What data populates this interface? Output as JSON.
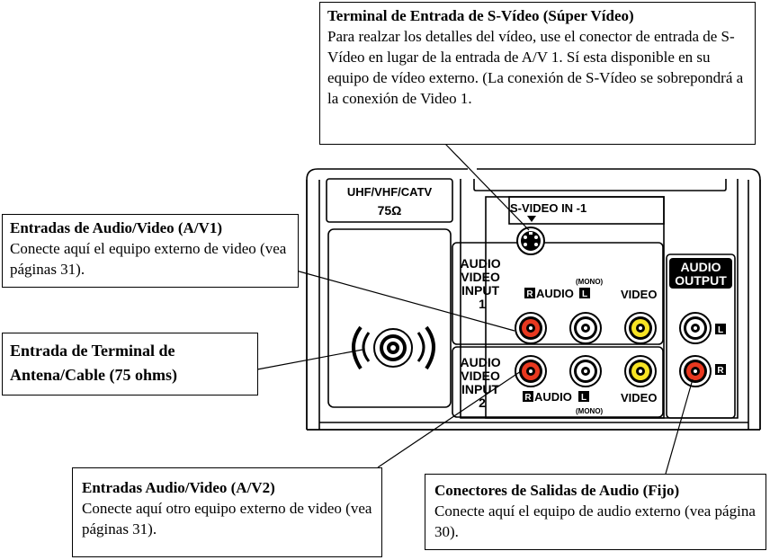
{
  "callouts": {
    "svideo": {
      "title": "Terminal de Entrada de S-Vídeo (Súper Vídeo)",
      "description": "Para realzar los detalles del vídeo, use el conector de entrada de S-Vídeo en lugar de la entrada de A/V 1. Sí esta disponible en su equipo de vídeo externo. (La conexión de S-Vídeo se sobrepondrá a la conexión de Video 1."
    },
    "av1": {
      "title": "Entradas de Audio/Video (A/V1)",
      "description": "Conecte aquí el equipo externo de video (vea páginas 31)."
    },
    "antenna": {
      "title": "Entrada de Terminal de Antena/Cable (75 ohms)"
    },
    "av2": {
      "title": "Entradas Audio/Video (A/V2)",
      "description": "Conecte aquí otro equipo externo de video (vea páginas 31)."
    },
    "audio_out": {
      "title": "Conectores de Salidas de Audio (Fijo)",
      "description": "Conecte aquí el equipo de audio externo (vea página 30)."
    }
  },
  "panel": {
    "antenna_label_1": "UHF/VHF/CATV",
    "antenna_label_2": "75Ω",
    "svideo_label": "S-VIDEO IN -1",
    "input1_label": [
      "AUDIO",
      "VIDEO",
      "INPUT",
      "1"
    ],
    "input2_label": [
      "AUDIO",
      "VIDEO",
      "INPUT",
      "2"
    ],
    "audio_word": "AUDIO",
    "video_word": "VIDEO",
    "mono": "(MONO)",
    "r": "R",
    "l": "L",
    "output_label_1": "AUDIO",
    "output_label_2": "OUTPUT"
  },
  "colors": {
    "red_jack": "#e8381f",
    "white_jack": "#ffffff",
    "yellow_jack": "#f7e324"
  }
}
